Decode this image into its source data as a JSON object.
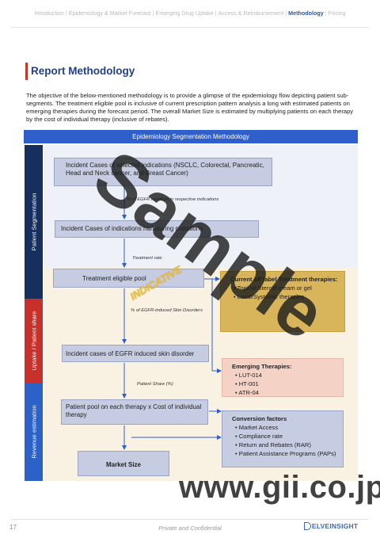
{
  "nav": {
    "items": [
      "Introduction",
      "Epidemiology & Market Forecast",
      "Emerging Drug Uptake",
      "Access & Reimbursement",
      "Methodology",
      "Pricing"
    ],
    "active": "Methodology",
    "separator": "|"
  },
  "title": "Report Methodology",
  "intro": "The objective of the below-mentioned methodology is to provide a glimpse of the epidemiology flow depicting patient sub-segments. The treatment eligible pool is inclusive of current prescription pattern analysis a long with estimated patients on emerging therapies during the forecast period. The overall Market Size is estimated by multiplying patients on each therapy by the cost of individual therapy (inclusive of rebates).",
  "segmentation_header": "Epidemiology Segmentation Methodology",
  "bands": {
    "patient_segmentation": "Patient Segmentation",
    "uptake": "Uptake / Patient share",
    "revenue": "Revenue estimation"
  },
  "boxes": {
    "incident_cases": "Incident Cases of selected indications (NSCLC, Colorectal, Pancreatic, Head and Neck cancer, and Breast Cancer)",
    "incident_cases_mutations": "Incident Cases of indications harbouring mutations",
    "treatment_eligible": "Treatment eligible pool",
    "egfr_skin": "Incident cases of EGFR induced skin disorder",
    "patient_pool": "Patient pool on each therapy x Cost of individual therapy",
    "market_size": "Market Size"
  },
  "notes": {
    "egfr_mutation": "% of EGFR mutation in respective indications",
    "treatment_rate": "Treatment rate",
    "egfr_skin_disorders": "% of EGFR-induced Skin Disorders",
    "patient_share": "Patient Share (%)"
  },
  "current_treatment": {
    "heading": "Current off label Treatment therapies:",
    "items": [
      "Topical Steroid cream or gel",
      "Local/Systemic therapies"
    ]
  },
  "emerging": {
    "heading": "Emerging Therapies:",
    "items": [
      "LUT-014",
      "HT-001",
      "ATR-04"
    ]
  },
  "conversion": {
    "heading": "Conversion factors",
    "items": [
      "Market Access",
      "Compliance rate",
      "Return and Rebates (RAR)",
      "Patient Assistance Programs (PAPs)"
    ]
  },
  "watermark": {
    "sample": "Sample",
    "indicative": "INDICATIVE",
    "url": "www.gii.co.jp"
  },
  "footer": {
    "page": "17",
    "text": "Private and Confidential",
    "logo": "ELVEINSIGHT"
  },
  "colors": {
    "header_blue": "#2e5fcb",
    "band_navy": "#162f5c",
    "band_red": "#c8312b",
    "band_blue": "#2c62c8",
    "box_lavender": "#c6cde3",
    "gold": "#d8b45a",
    "salmon": "#f4d2c6"
  }
}
